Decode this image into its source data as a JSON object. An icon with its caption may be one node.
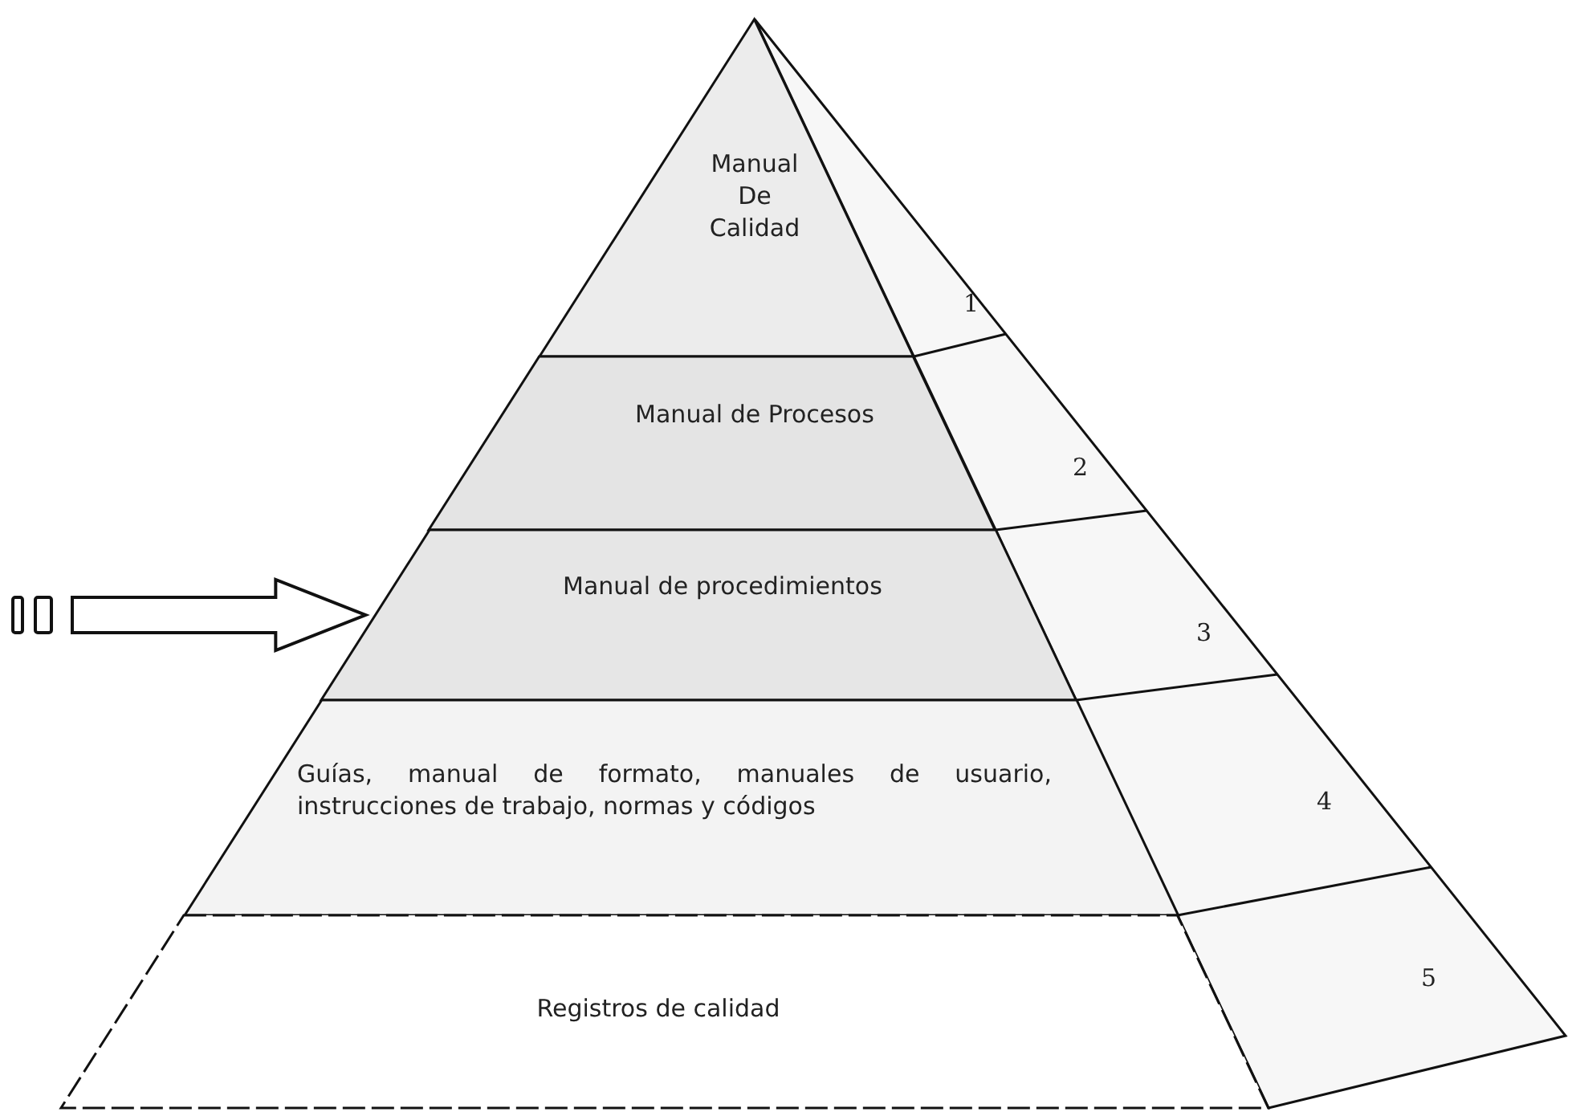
{
  "diagram": {
    "nodes": [
      {
        "text": [
          "Manual De Calidad"
        ]
      },
      {
        "text": [
          "Manual de Procesos"
        ]
      },
      {
        "text": [
          "Manual de procedimientos"
        ]
      },
      {
        "text": [
          "Guías, manual de formato, manuales de usuario, instrucciones de trabajo, normas y códigos"
        ]
      },
      {
        "text": [
          "Registros de calidad"
        ]
      }
    ],
    "edges": [
      {
        "from": null,
        "to": 2,
        "arrow": "to"
      }
    ],
    "labels": [
      "1",
      "2",
      "3",
      "4",
      "5"
    ]
  }
}
